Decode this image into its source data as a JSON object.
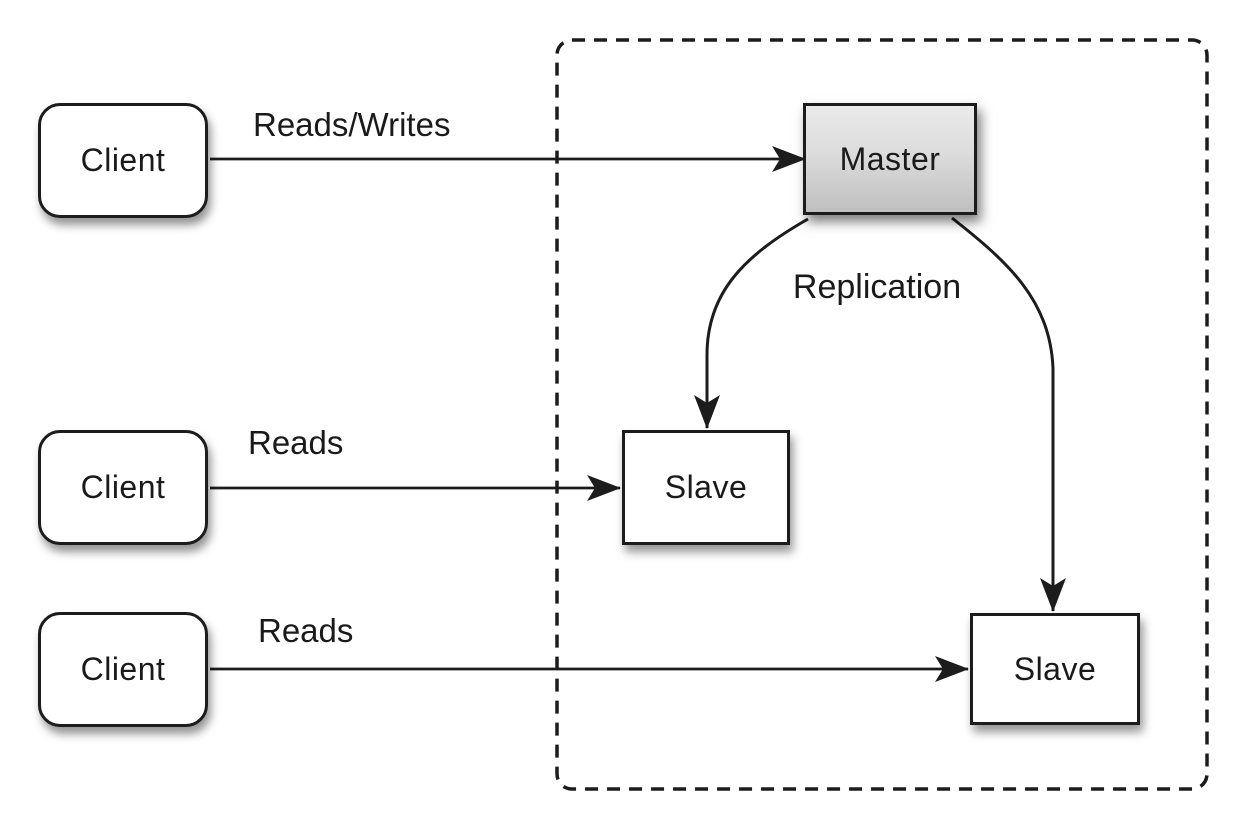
{
  "nodes": {
    "client_top": {
      "label": "Client"
    },
    "client_mid": {
      "label": "Client"
    },
    "client_bottom": {
      "label": "Client"
    },
    "master": {
      "label": "Master"
    },
    "slave_mid": {
      "label": "Slave"
    },
    "slave_bottom": {
      "label": "Slave"
    }
  },
  "edge_labels": {
    "reads_writes": "Reads/Writes",
    "reads_mid": "Reads",
    "reads_bottom": "Reads",
    "replication": "Replication"
  },
  "colors": {
    "stroke": "#1c1c1c",
    "text_color": "#1a1a1a",
    "node_fill": "#ffffff",
    "background": "#ffffff",
    "master_gradient_top": "#eaeaea",
    "master_gradient_bottom": "#bfbfbf"
  }
}
